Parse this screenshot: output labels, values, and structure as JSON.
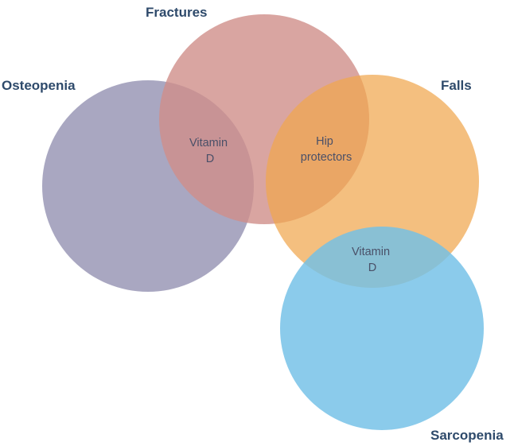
{
  "diagram": {
    "sets": [
      {
        "id": "osteopenia",
        "label": "Osteopenia",
        "color": "#9a98b6",
        "opacity": 0.85
      },
      {
        "id": "fractures",
        "label": "Fractures",
        "color": "#cf8f89",
        "opacity": 0.8
      },
      {
        "id": "falls",
        "label": "Falls",
        "color": "#f0a64d",
        "opacity": 0.72
      },
      {
        "id": "sarcopenia",
        "label": "Sarcopenia",
        "color": "#71bfe7",
        "opacity": 0.82
      }
    ],
    "overlaps": [
      {
        "id": "osteopenia-fractures",
        "between": [
          "Osteopenia",
          "Fractures"
        ],
        "lines": [
          "Vitamin",
          "D"
        ]
      },
      {
        "id": "fractures-falls",
        "between": [
          "Fractures",
          "Falls"
        ],
        "lines": [
          "Hip",
          "protectors"
        ]
      },
      {
        "id": "falls-sarcopenia",
        "between": [
          "Falls",
          "Sarcopenia"
        ],
        "lines": [
          "Vitamin",
          "D"
        ]
      }
    ],
    "colors": {
      "set_label": "#2e4a6b",
      "overlap_label": "#4a5068"
    }
  }
}
